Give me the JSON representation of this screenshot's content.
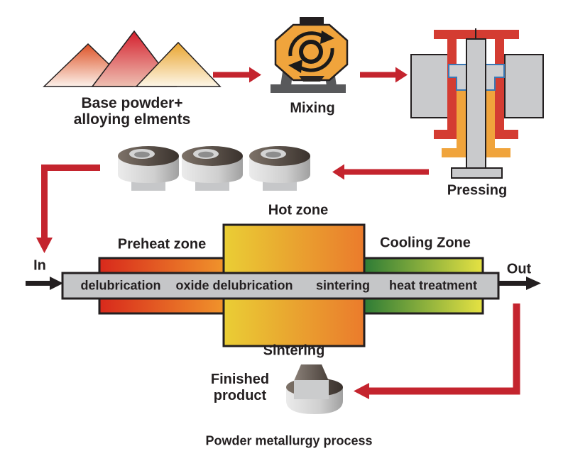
{
  "title": "Powder metallurgy process",
  "stage_powder": {
    "line1": "Base powder+",
    "line2": "alloying elments"
  },
  "stage_mixing": {
    "label": "Mixing"
  },
  "stage_pressing": {
    "label": "Pressing"
  },
  "furnace": {
    "in": "In",
    "out": "Out",
    "preheat": "Preheat zone",
    "hot": "Hot zone",
    "cooling": "Cooling Zone",
    "sintering": "Sintering",
    "belt": [
      "delubrication",
      "oxide delubrication",
      "sintering",
      "heat treatment"
    ]
  },
  "finished": {
    "line1": "Finished",
    "line2": "product"
  },
  "colors": {
    "arrow_red": "#c4242e",
    "machine_red": "#d43c32",
    "machine_orange": "#f0a43c",
    "steel_gray": "#c9cacc",
    "compact_outline_blue": "#3a78b5",
    "preheat_gradient": [
      "#d8291c",
      "#f0932b"
    ],
    "hot_gradient": [
      "#eace35",
      "#eb7b2c"
    ],
    "cooling_gradient": [
      "#2e7c36",
      "#e6e243"
    ],
    "text": "#231f20"
  }
}
